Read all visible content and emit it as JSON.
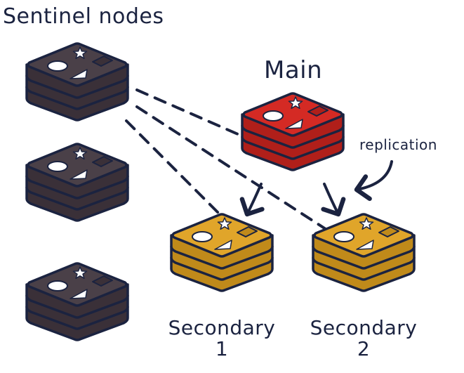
{
  "labels": {
    "sentinel": "Sentinel nodes",
    "main": "Main",
    "replication": "replication",
    "secondary_1": {
      "word": "Secondary",
      "num": "1"
    },
    "secondary_2": {
      "word": "Secondary",
      "num": "2"
    }
  },
  "colors": {
    "ink": "#1b2340",
    "sentinel_fill": "#4a4048",
    "sentinel_dark": "#3a3038",
    "main_fill": "#d42a24",
    "main_dark": "#b01f1a",
    "secondary_fill": "#e0a52a",
    "secondary_dark": "#c08a1a",
    "symbol": "#ffffff"
  },
  "nodes": [
    {
      "name": "sentinel-node-1",
      "kind": "sentinel"
    },
    {
      "name": "sentinel-node-2",
      "kind": "sentinel"
    },
    {
      "name": "sentinel-node-3",
      "kind": "sentinel"
    },
    {
      "name": "main-node",
      "kind": "main"
    },
    {
      "name": "secondary-node-1",
      "kind": "secondary"
    },
    {
      "name": "secondary-node-2",
      "kind": "secondary"
    }
  ],
  "icons": [
    "redis-stack-icon",
    "star-icon",
    "circle-icon",
    "triangle-icon",
    "square-icon",
    "arrow-icon",
    "dashed-line"
  ]
}
